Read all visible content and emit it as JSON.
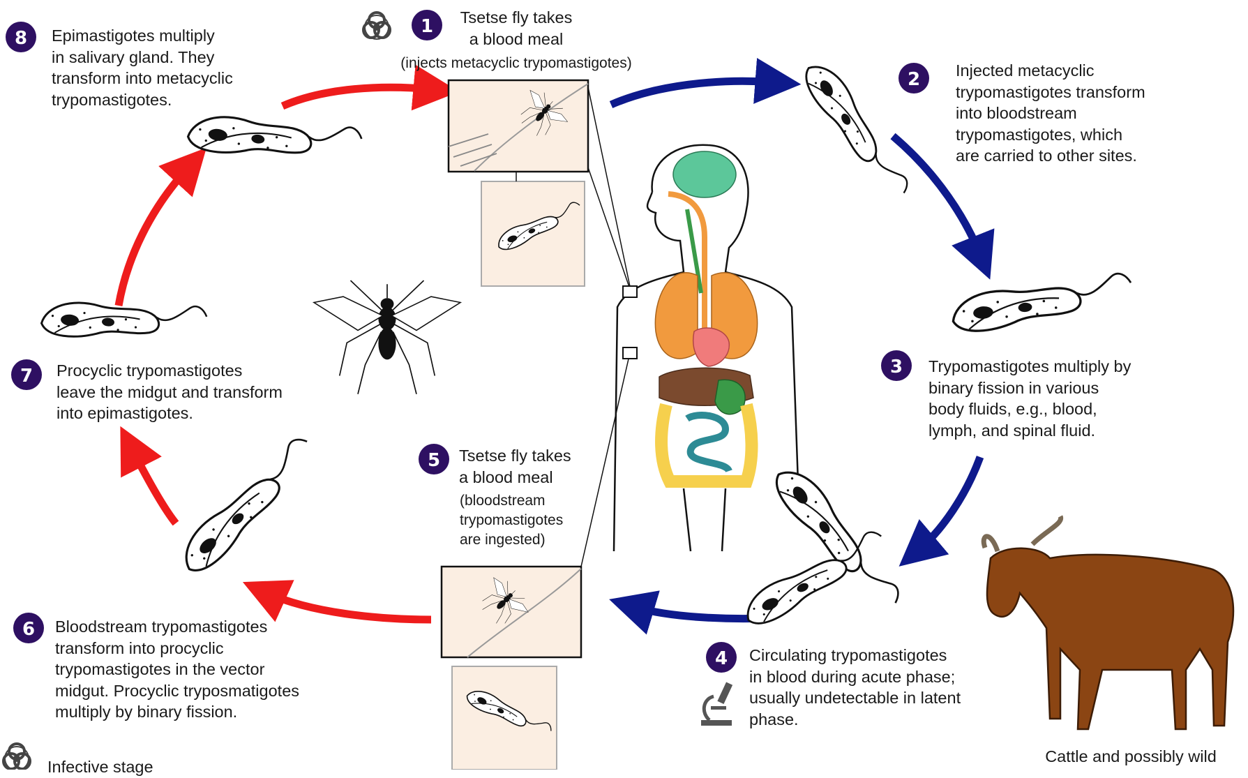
{
  "steps": [
    {
      "number": "1",
      "title": "Tsetse fly takes\na blood meal",
      "note": "(injects metacyclic trypomastigotes)"
    },
    {
      "number": "2",
      "text": "Injected metacyclic\ntrypomastigotes transform\ninto bloodstream\ntrypomastigotes, which\nare carried to other sites."
    },
    {
      "number": "3",
      "text": "Trypomastigotes multiply by\nbinary fission in various\nbody fluids, e.g., blood,\nlymph, and spinal fluid."
    },
    {
      "number": "4",
      "text": "Circulating trypomastigotes\nin blood during acute phase;\nusually undetectable in latent\nphase."
    },
    {
      "number": "5",
      "title": "Tsetse fly takes\na blood meal",
      "note": "(bloodstream\ntrypomastigotes\nare ingested)"
    },
    {
      "number": "6",
      "text": "Bloodstream trypomastigotes\ntransform into procyclic\ntrypomastigotes in the vector\nmidgut. Procyclic tryposmatigotes\nmultiply by binary fission."
    },
    {
      "number": "7",
      "text": "Procyclic trypomastigotes\nleave the midgut and transform\ninto epimastigotes."
    },
    {
      "number": "8",
      "text": "Epimastigotes multiply\nin salivary gland. They\ntransform into metacyclic\ntrypomastigotes."
    }
  ],
  "legend": {
    "infective_label": "Infective stage"
  },
  "host_caption": "Cattle and possibly wild",
  "colors": {
    "badge": "#2e1062",
    "vector_arrow": "#ee1c1c",
    "host_arrow": "#0e1a8c",
    "inset_bg": "#fbeee2",
    "cow": "#8b4513",
    "brain": "#5cc79a",
    "lungs": "#f19a3e",
    "heart": "#f07b7b",
    "intestine": "#f6d04d",
    "liver": "#7b4a2e",
    "stomach": "#3a9a48",
    "small_intestine": "#2d8b95"
  },
  "icons": [
    "biohazard-icon",
    "microscope-icon",
    "tsetse-fly-icon",
    "cow-illustration",
    "human-body-illustration",
    "trypanosome-icon"
  ]
}
